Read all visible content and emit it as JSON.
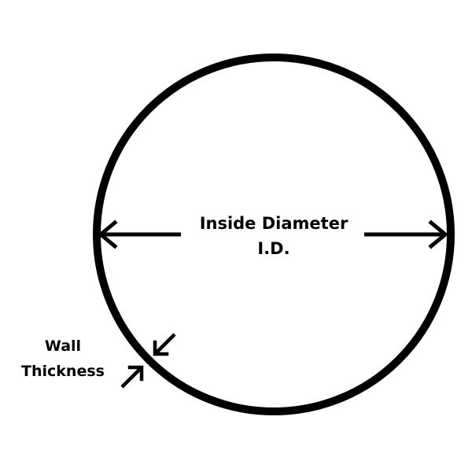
{
  "labels": {
    "inside_diameter": "Inside Diameter",
    "id_abbrev": "I.D.",
    "wall_line1": "Wall",
    "wall_line2": "Thickness"
  },
  "colors": {
    "line": "#000000",
    "background": "#ffffff"
  }
}
